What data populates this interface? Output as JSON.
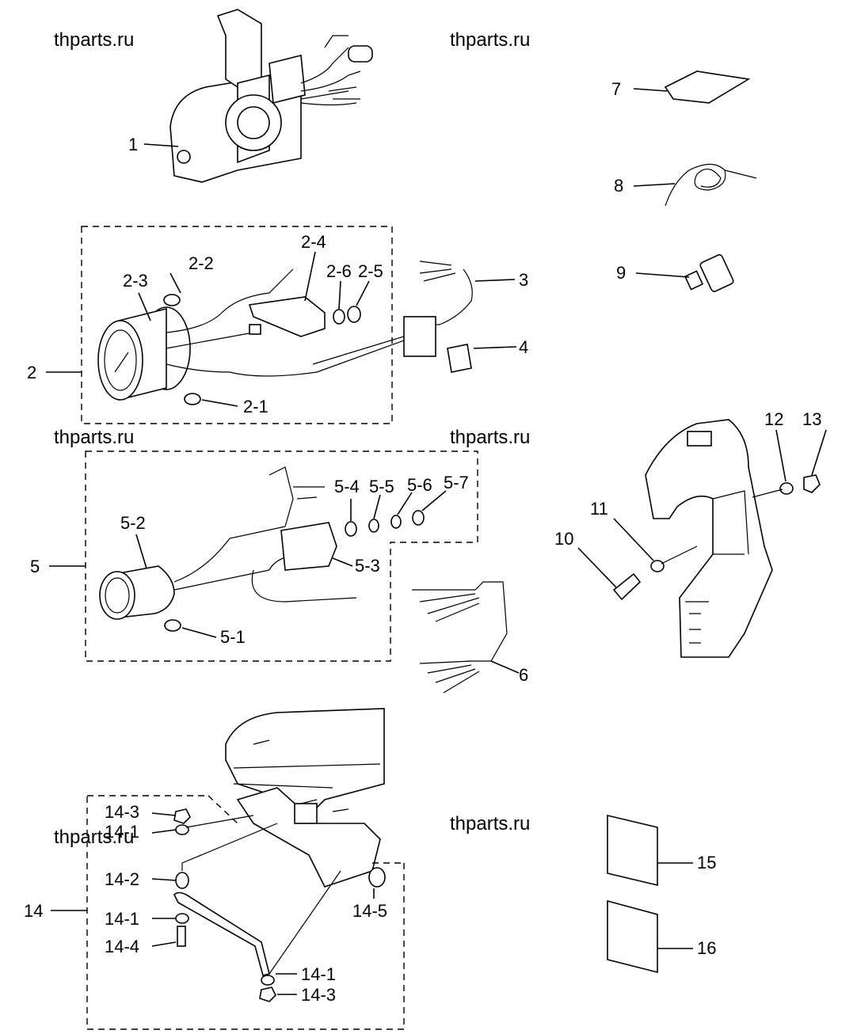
{
  "watermarks": [
    "thparts.ru",
    "thparts.ru",
    "thparts.ru",
    "thparts.ru",
    "thparts.ru",
    "thparts.ru"
  ],
  "labels": {
    "p1": "1",
    "p2": "2",
    "p2_1": "2-1",
    "p2_2": "2-2",
    "p2_3": "2-3",
    "p2_4": "2-4",
    "p2_5": "2-5",
    "p2_6": "2-6",
    "p3": "3",
    "p4": "4",
    "p5": "5",
    "p5_1": "5-1",
    "p5_2": "5-2",
    "p5_3": "5-3",
    "p5_4": "5-4",
    "p5_5": "5-5",
    "p5_6": "5-6",
    "p5_7": "5-7",
    "p6": "6",
    "p7": "7",
    "p8": "8",
    "p9": "9",
    "p10": "10",
    "p11": "11",
    "p12": "12",
    "p13": "13",
    "p14": "14",
    "p14_1a": "14-1",
    "p14_1b": "14-1",
    "p14_1c": "14-1",
    "p14_2": "14-2",
    "p14_3a": "14-3",
    "p14_3b": "14-3",
    "p14_4": "14-4",
    "p14_5": "14-5",
    "p15": "15",
    "p16": "16"
  }
}
